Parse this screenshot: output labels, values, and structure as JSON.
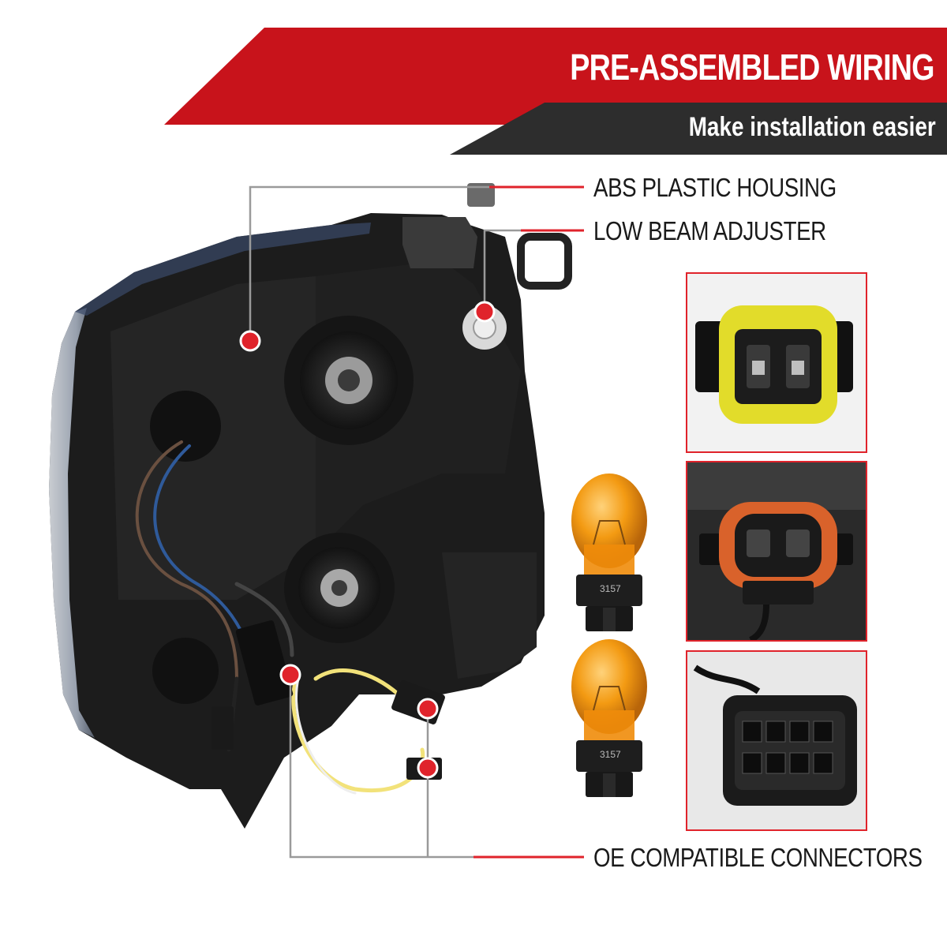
{
  "banner": {
    "title": "PRE-ASSEMBLED WIRING",
    "subtitle": "Make installation easier"
  },
  "callouts": {
    "housing": "ABS PLASTIC HOUSING",
    "adjuster": "LOW BEAM ADJUSTER",
    "connectors": "OE COMPATIBLE CONNECTORS"
  },
  "bulbs": {
    "label_top": "3157",
    "label_bottom": "3157"
  },
  "colors": {
    "accent_red": "#c8131b",
    "banner_dark": "#2b2b2b",
    "marker_red": "#e0232b",
    "bulb_amber": "#f39a12"
  }
}
